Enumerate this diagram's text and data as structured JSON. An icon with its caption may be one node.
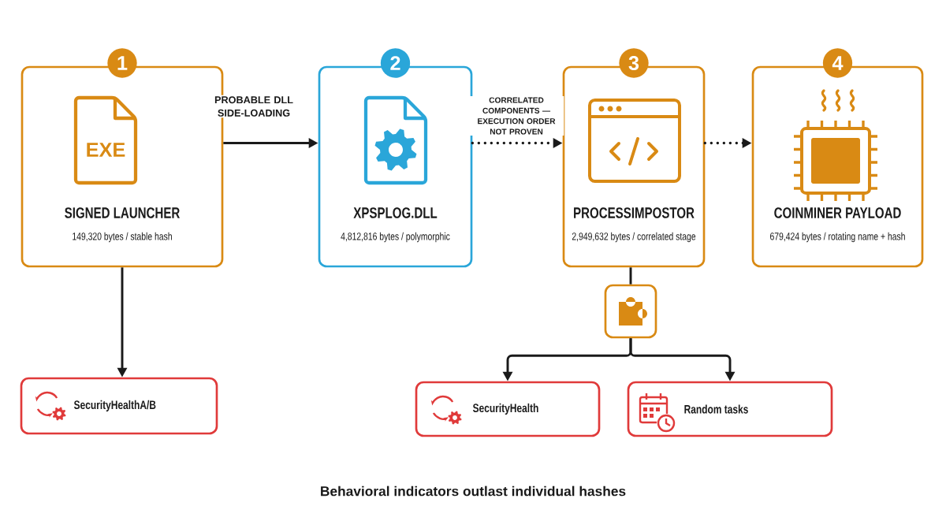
{
  "diagram": {
    "caption": "Behavioral indicators outlast individual hashes",
    "nodes": [
      {
        "text": [
          "1",
          "EXE",
          "SIGNED LAUNCHER",
          "149,320 bytes / stable hash"
        ]
      },
      {
        "text": [
          "2",
          "XPSPLOG.DLL",
          "4,812,816 bytes / polymorphic"
        ]
      },
      {
        "text": [
          "3",
          "PROCESSIMPOSTOR",
          "2,949,632 bytes / correlated stage"
        ]
      },
      {
        "text": [
          "4",
          "COINMINER PAYLOAD",
          "679,424 bytes / rotating name + hash"
        ]
      },
      {
        "text": [],
        "shape": "box"
      },
      {
        "text": [
          "SecurityHealthA/B"
        ]
      },
      {
        "text": [
          "SecurityHealth"
        ]
      },
      {
        "text": [
          "Random tasks"
        ]
      }
    ],
    "edges": [
      {
        "from": 0,
        "to": 1,
        "arrow": "to",
        "label": "PROBABLE DLL SIDE-LOADING"
      },
      {
        "from": 1,
        "to": 2,
        "arrow": "to",
        "style": "dashed",
        "label": "CORRELATED COMPONENTS — EXECUTION ORDER NOT PROVEN"
      },
      {
        "from": 2,
        "to": 3,
        "arrow": "to",
        "style": "dashed"
      },
      {
        "from": 0,
        "to": 5,
        "arrow": "to"
      },
      {
        "from": 2,
        "to": 4,
        "arrow": "none"
      },
      {
        "from": 4,
        "to": 6,
        "arrow": "to"
      },
      {
        "from": 4,
        "to": 7,
        "arrow": "to"
      }
    ]
  }
}
